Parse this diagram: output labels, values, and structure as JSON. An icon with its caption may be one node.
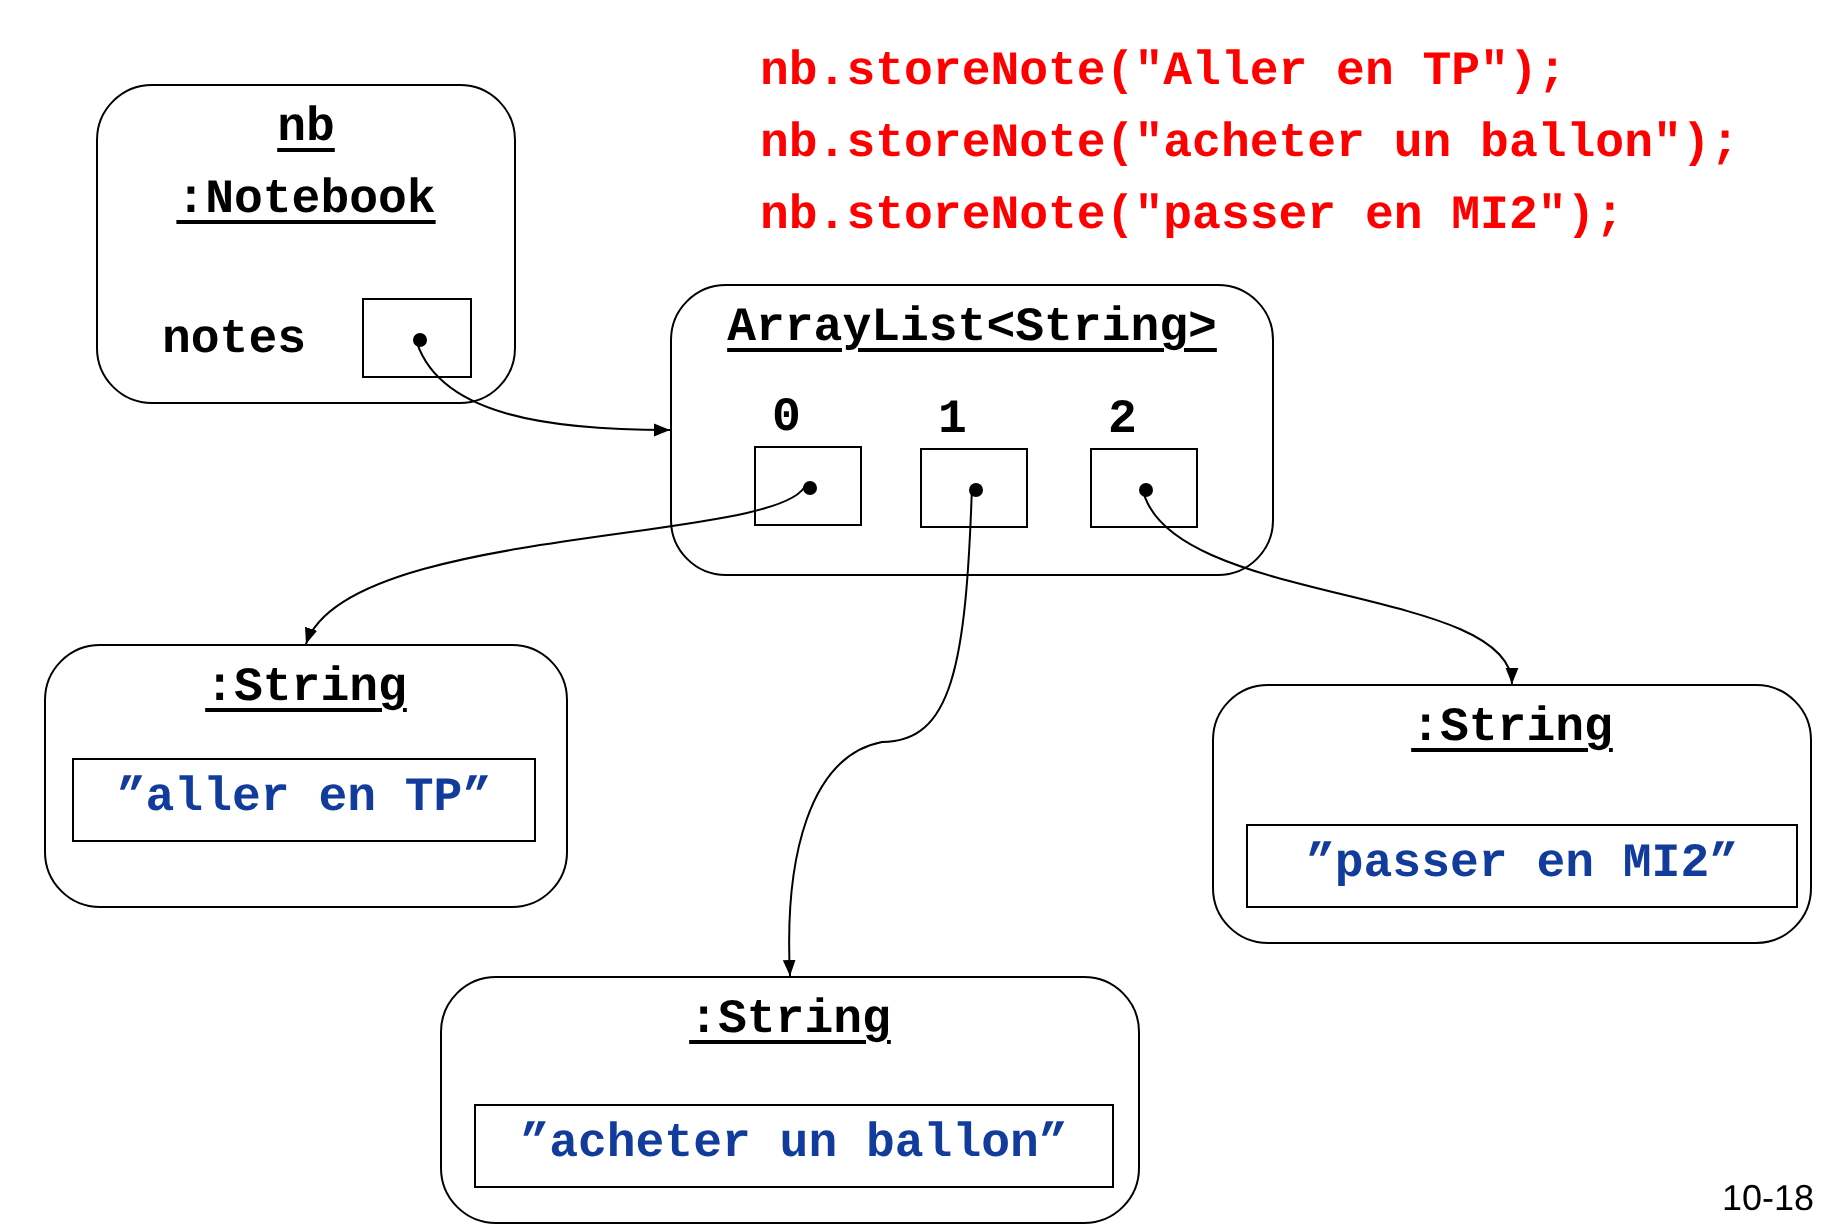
{
  "diagram": {
    "nodes": [
      {
        "text": [
          "nb :Notebook",
          "notes"
        ]
      },
      {
        "text": [],
        "shape": "box",
        "in": 0
      },
      {
        "text": [
          "ArrayList<String>"
        ]
      },
      {
        "text": [],
        "shape": "box",
        "in": 2,
        "beside": [
          "0"
        ]
      },
      {
        "text": [],
        "shape": "box",
        "in": 2,
        "beside": [
          "1"
        ]
      },
      {
        "text": [],
        "shape": "box",
        "in": 2,
        "beside": [
          "2"
        ]
      },
      {
        "text": [
          ":String"
        ]
      },
      {
        "text": [
          "”aller en TP”"
        ],
        "in": 6
      },
      {
        "text": [
          ":String"
        ]
      },
      {
        "text": [
          "”passer en MI2”"
        ],
        "in": 8
      },
      {
        "text": [
          ":String"
        ]
      },
      {
        "text": [
          "”acheter un ballon”"
        ],
        "in": 10
      }
    ],
    "edges": [
      {
        "from": 1,
        "to": 2,
        "arrow": "to"
      },
      {
        "from": 3,
        "to": 6,
        "arrow": "to"
      },
      {
        "from": 4,
        "to": 10,
        "arrow": "to"
      },
      {
        "from": 5,
        "to": 8,
        "arrow": "to"
      }
    ],
    "labels": [
      "nb.storeNote(\"Aller en TP\");",
      "nb.storeNote(\"acheter un ballon\");",
      "nb.storeNote(\"passer en MI2\");",
      "10-18"
    ]
  }
}
